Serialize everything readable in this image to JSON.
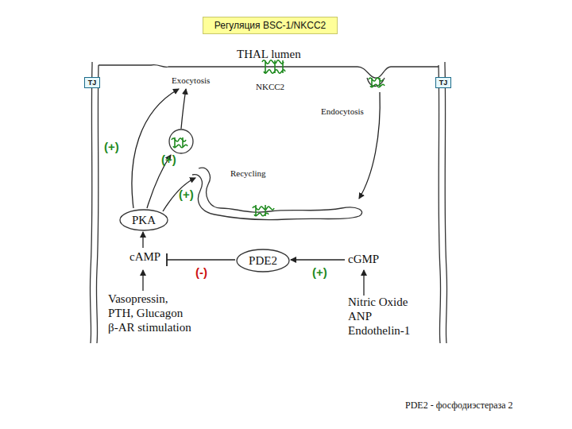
{
  "diagram": {
    "title": "Регуляция BSC-1/NKCC2",
    "nodes": [
      {
        "text": [
          "TJ"
        ]
      },
      {
        "text": [
          "TJ"
        ]
      },
      {
        "text": [
          "PKA"
        ]
      },
      {
        "text": [
          "PDE2"
        ]
      }
    ],
    "labels": [
      "THAL lumen",
      "Exocytosis",
      "NKCC2",
      "Endocytosis",
      "(+)",
      "(+)",
      "Recycling",
      "(+)",
      "cAMP",
      "(-)",
      "(+)",
      "cGMP",
      "Vasopressin,",
      "PTH, Glucagon",
      "β-AR stimulation",
      "Nitric Oxide",
      "ANP",
      "Endothelin-1",
      "PDE2 - фосфодиэстераза 2"
    ]
  }
}
